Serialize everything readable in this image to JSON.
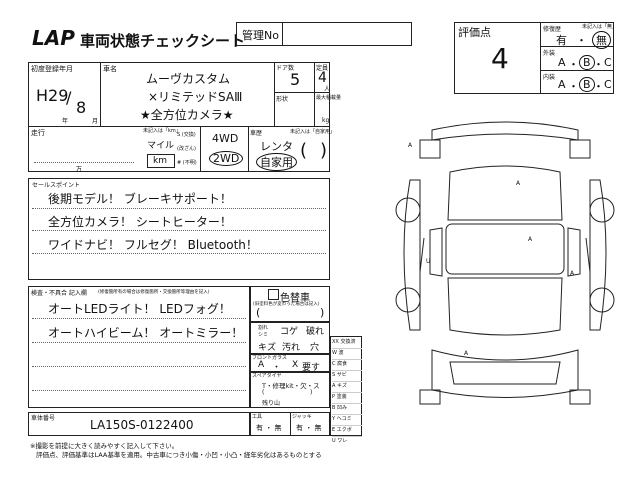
{
  "header": {
    "logo_text": "LAP",
    "title": "車両状態チェックシート",
    "kanri_label": "管理No",
    "kanri_value": ""
  },
  "grade": {
    "label": "評価点",
    "value": "4",
    "shufuku_label": "修復歴",
    "shufuku_note": "未記入は「無」",
    "shufuku_yes": "有",
    "shufuku_no": "無",
    "gaisou_label": "外装",
    "naisou_label": "内装",
    "opt_a": "A",
    "opt_b": "B",
    "opt_c": "C",
    "sep": "・"
  },
  "registration": {
    "label": "初度登録年月",
    "era": "H29",
    "year_unit": "年",
    "month": "8",
    "month_unit": "月"
  },
  "vehicle": {
    "name_label": "車名",
    "name_line1": "ムーヴカスタム",
    "name_line2": "×リミテッドSAⅢ",
    "name_line3": "★全方位カメラ★",
    "doors_label": "ドア数",
    "doors": "5",
    "capacity_label": "定員",
    "capacity": "4",
    "capacity_unit": "人",
    "model_label": "形状",
    "max_load_label": "最大積載量",
    "max_load_unit": "kg"
  },
  "mileage": {
    "label": "走行",
    "unit_man": "万",
    "unit_note": "未記入は「km」",
    "unit_mile": "マイル",
    "unit_km": "km",
    "s_note": "S (交換)",
    "kai_note": "(改ざん)",
    "fumei_note": "# (不明)"
  },
  "drive": {
    "wd4": "4WD",
    "wd2": "2WD"
  },
  "usage": {
    "label": "車歴",
    "note": "未記入は「自家用」",
    "rental": "レンタ",
    "private": "自家用",
    "paren_open": "(",
    "paren_close": ")"
  },
  "sales": {
    "label": "セールスポイント",
    "lines": [
      "後期モデル！ ブレーキサポート！",
      "全方位カメラ！ シートヒーター！",
      "ワイドナビ！ フルセグ！ Bluetooth！"
    ]
  },
  "inspection": {
    "label": "検査・不具合 記入欄",
    "label_note": "(修復箇所有の場合は修復箇所・交換箇所等理由を記入)",
    "lines": [
      "オートLEDライト！ LEDフォグ！",
      "オートハイビーム！ オートミラー！"
    ],
    "color_change": "色替車",
    "color_note": "(旧塗料色が変わった場合は記入)",
    "paren_open": "(",
    "paren_close": ")"
  },
  "damage_keys": {
    "r1": [
      "割れシミ",
      "コゲ",
      "破れ"
    ],
    "r2": [
      "キズ",
      "汚れ",
      "穴"
    ]
  },
  "front_glass": {
    "label": "フロントガラス",
    "a": "A",
    "sep": "・",
    "x": "X",
    "need": "要す"
  },
  "spare_tire": {
    "label": "スペアタイヤ",
    "value": "T・修理kit・欠・ス",
    "paren_open": "(",
    "paren_close": ")",
    "remaining": "残り山"
  },
  "legend": [
    "XX 交換済",
    "W 波",
    "C 腐食",
    "S サビ",
    "A キズ",
    "P 塗装",
    "B 凹み",
    "Y ヘコミ",
    "E エクボ",
    "U ワレ"
  ],
  "chassis": {
    "label": "車体番号",
    "value": "LA150S-0122400"
  },
  "tools": {
    "tool_label": "工具",
    "tool_value": "有 ・ 無",
    "jack_label": "ジャッキ",
    "jack_value": "有 ・ 無"
  },
  "footer": {
    "line1": "※撮影を前提に大きく読みやすく記入して下さい。",
    "line2": "評価点、評価基準はLAA基準を適用。中古車につき小傷・小凹・小凸・経年劣化はあるものとする"
  },
  "diagram_marks": {
    "a": "A",
    "u": "U"
  }
}
